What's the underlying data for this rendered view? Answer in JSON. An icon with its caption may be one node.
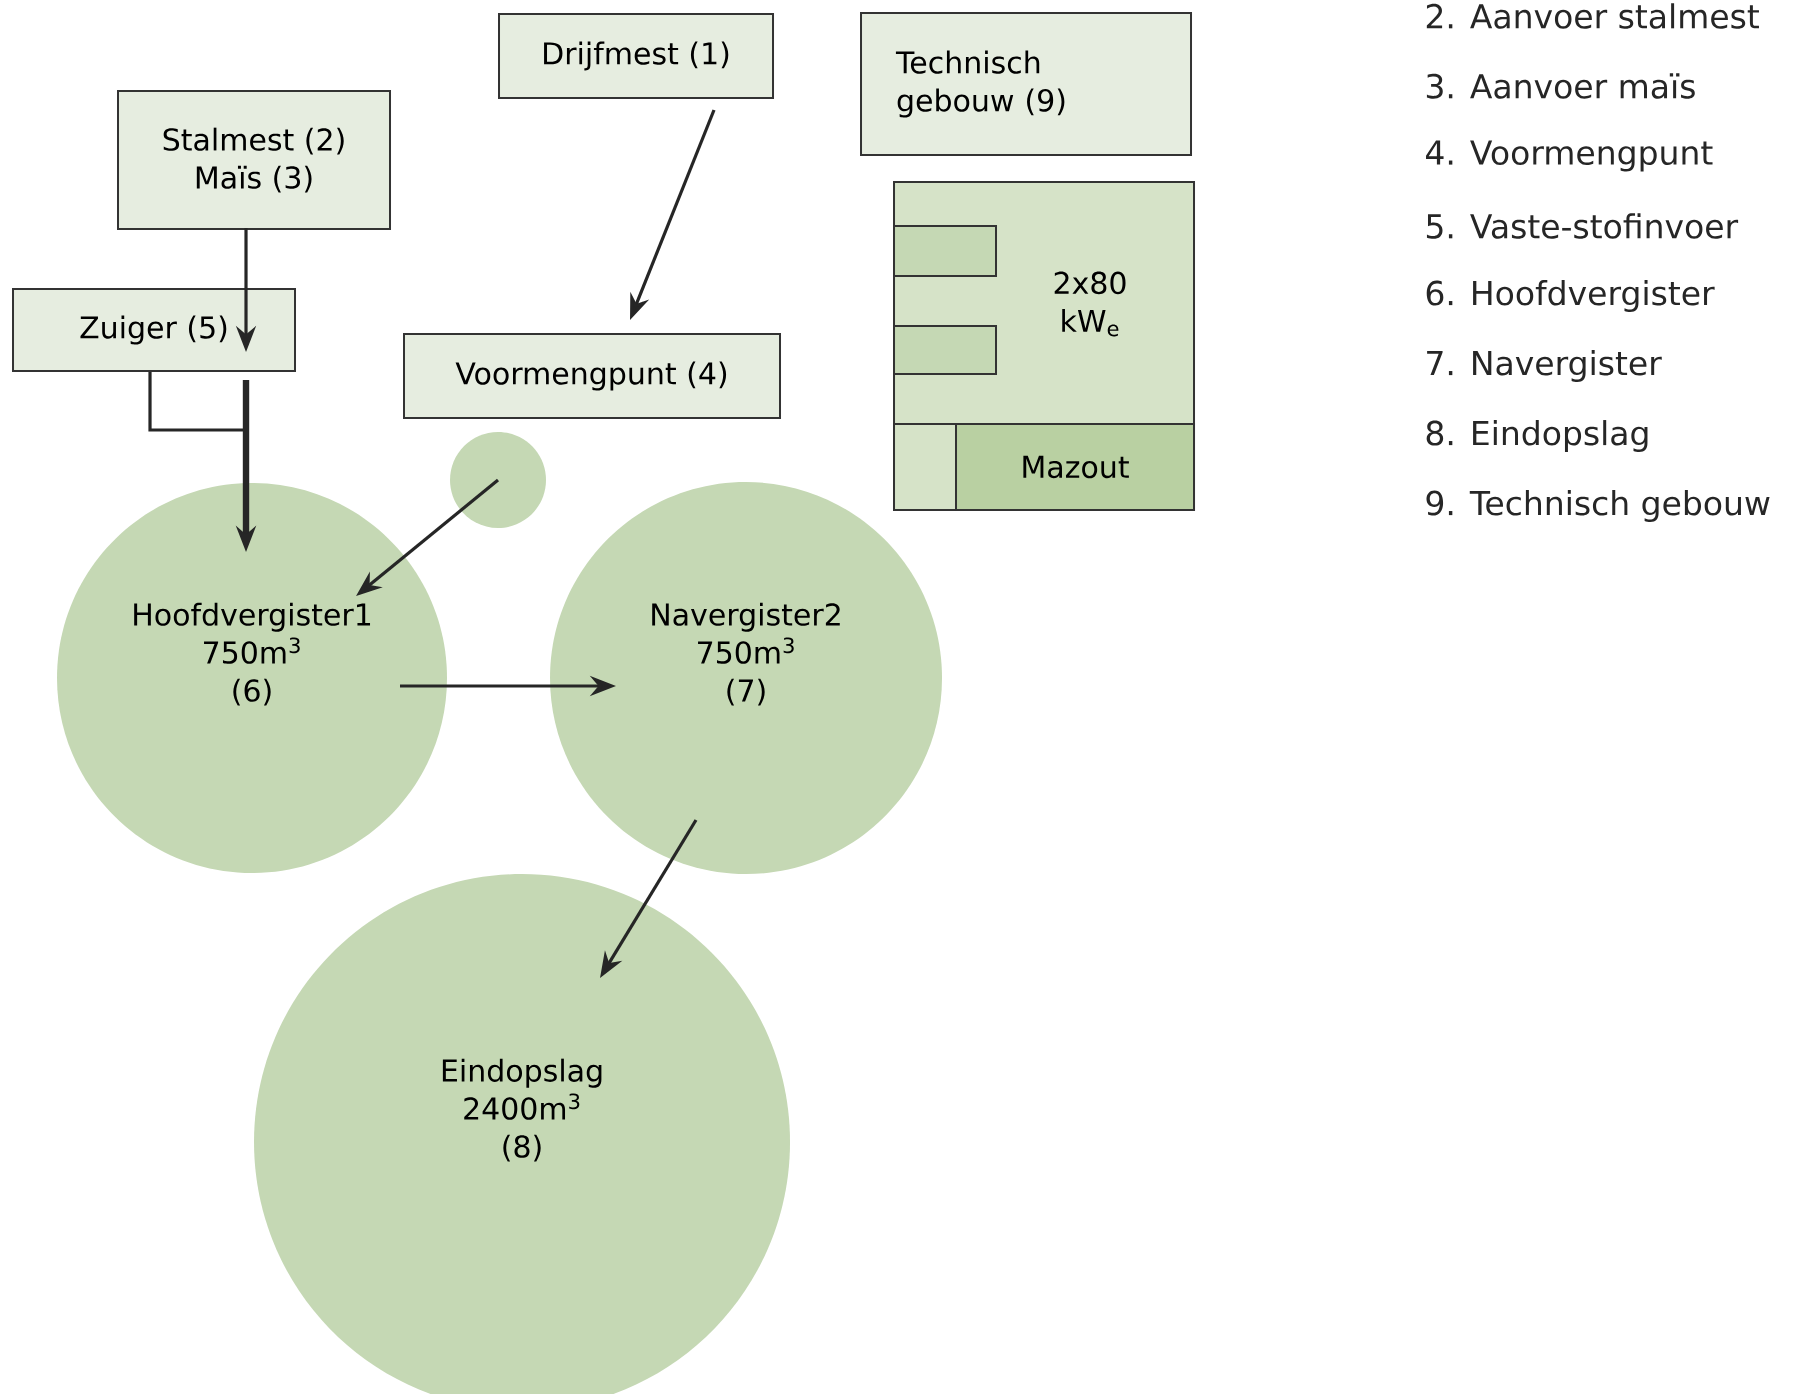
{
  "diagram": {
    "nodes": [
      {
        "text": [
          "Drijfmest (1)"
        ]
      },
      {
        "text": [
          "Stalmest (2)",
          "Maïs (3)"
        ]
      },
      {
        "text": [
          "Zuiger (5)"
        ]
      },
      {
        "text": [
          "Voormengpunt (4)"
        ]
      },
      {
        "text": [
          "Technisch gebouw (9)"
        ]
      },
      {
        "text": [
          "2x80 kW$_{e}$"
        ]
      },
      {
        "text": [
          "Mazout"
        ],
        "in": 5
      },
      {
        "text": [],
        "shape": "circle"
      },
      {
        "text": [
          "Hoofdvergister1",
          "750m$^{3}$",
          "(6)"
        ]
      },
      {
        "text": [
          "Navergister2",
          "750m$^{3}$",
          "(7)"
        ]
      },
      {
        "text": [
          "Eindopslag",
          "2400m$^{3}$",
          "(8)"
        ]
      }
    ],
    "edges": [
      {
        "from": 0,
        "to": 3,
        "arrow": "to"
      },
      {
        "from": 1,
        "to": 2,
        "arrow": "to"
      },
      {
        "from": 2,
        "to": 8,
        "arrow": "to",
        "style": "thick"
      },
      {
        "from": 7,
        "to": 8,
        "arrow": "to"
      },
      {
        "from": 8,
        "to": 9,
        "arrow": "to"
      },
      {
        "from": 9,
        "to": 10,
        "arrow": "to"
      }
    ],
    "labels": [
      "2. Aanvoer stalmest",
      "3. Aanvoer maïs",
      "4. Voormengpunt",
      "5. Vaste-stofinvoer",
      "6. Hoofdvergister",
      "7. Navergister",
      "8. Eindopslag",
      "9. Technisch gebouw"
    ]
  }
}
